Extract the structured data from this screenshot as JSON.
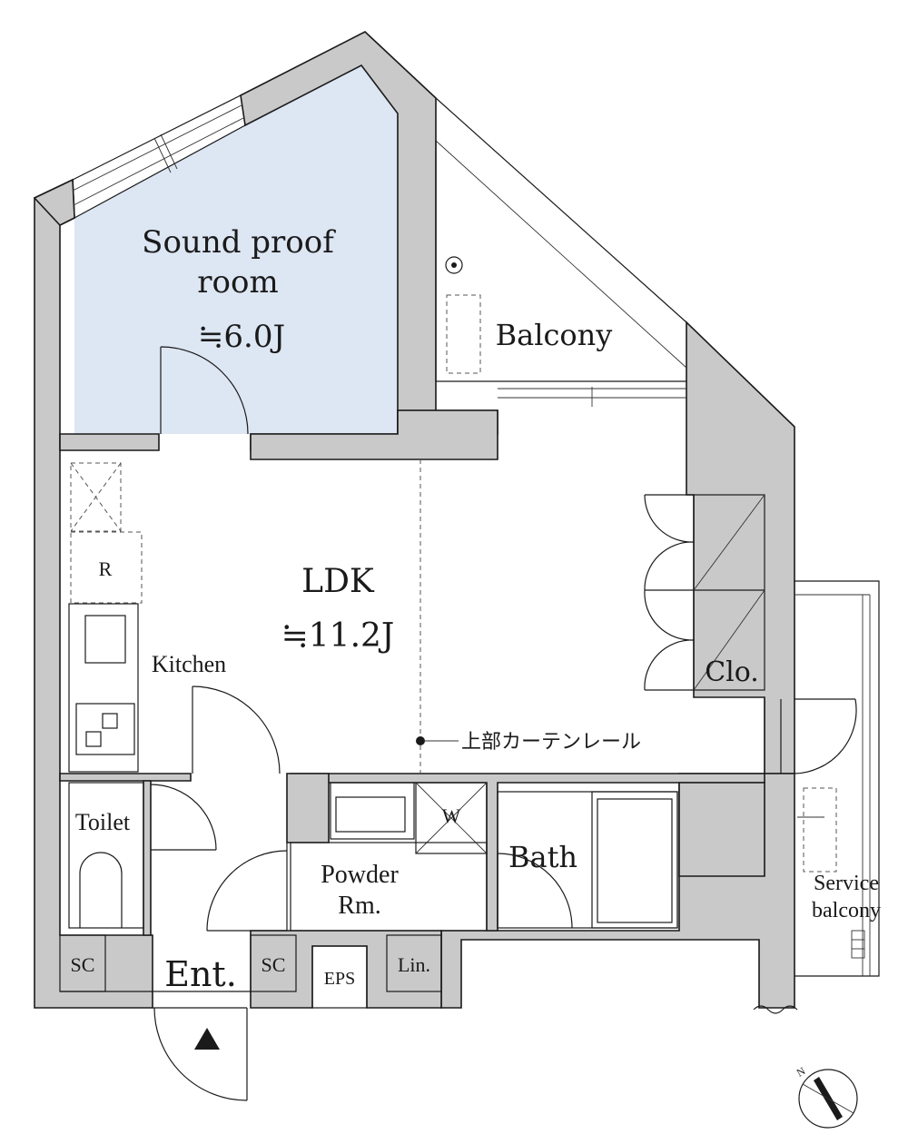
{
  "rooms": {
    "sound_proof": {
      "line1": "Sound proof",
      "line2": "room",
      "area": "≒6.0J",
      "fill": "#dde6f3"
    },
    "balcony": "Balcony",
    "ldk": {
      "name": "LDK",
      "area": "≒11.2J"
    },
    "kitchen": "Kitchen",
    "fridge": "R",
    "closet": "Clo.",
    "curtain_rail": "上部カーテンレール",
    "toilet": "Toilet",
    "washer": "W",
    "bath": "Bath",
    "powder": {
      "line1": "Powder",
      "line2": "Rm."
    },
    "service_balcony": {
      "line1": "Service",
      "line2": "balcony"
    },
    "shoe_closet_left": "SC",
    "shoe_closet_right": "SC",
    "entrance": "Ent.",
    "eps": "EPS",
    "linen": "Lin.",
    "compass_north": "N"
  },
  "colors": {
    "wall": "#c9c9c9",
    "line": "#1a1a1a",
    "sound_room": "#dde6f3"
  }
}
